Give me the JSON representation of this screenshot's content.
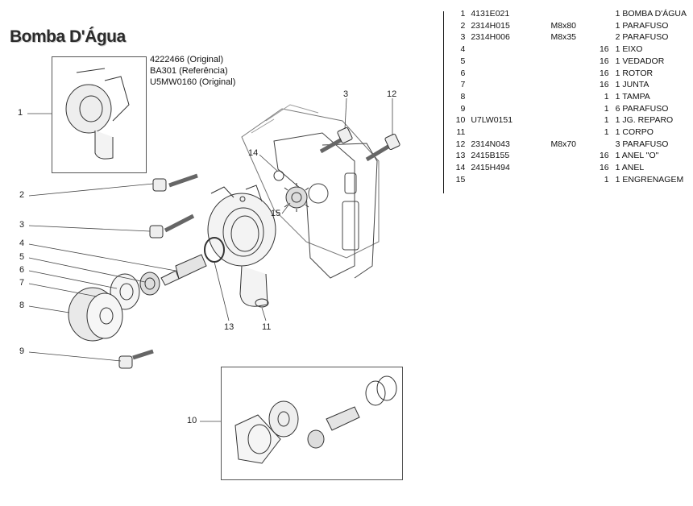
{
  "header": {
    "title": "Bomba D'Água"
  },
  "references": [
    "4222466 (Original)",
    "BA301 (Referência)",
    "U5MW0160 (Original)"
  ],
  "parts_list": {
    "rows": [
      {
        "n": "1",
        "code": "4131E021",
        "spec": "",
        "qty": "",
        "desc": "1 BOMBA D'ÁGUA"
      },
      {
        "n": "2",
        "code": "2314H015",
        "spec": "M8x80",
        "qty": "",
        "desc": "1 PARAFUSO"
      },
      {
        "n": "3",
        "code": "2314H006",
        "spec": "M8x35",
        "qty": "",
        "desc": "2 PARAFUSO"
      },
      {
        "n": "4",
        "code": "",
        "spec": "",
        "qty": "16",
        "desc": "1 EIXO"
      },
      {
        "n": "5",
        "code": "",
        "spec": "",
        "qty": "16",
        "desc": "1 VEDADOR"
      },
      {
        "n": "6",
        "code": "",
        "spec": "",
        "qty": "16",
        "desc": "1 ROTOR"
      },
      {
        "n": "7",
        "code": "",
        "spec": "",
        "qty": "16",
        "desc": "1 JUNTA"
      },
      {
        "n": "8",
        "code": "",
        "spec": "",
        "qty": "1",
        "desc": "1 TAMPA"
      },
      {
        "n": "9",
        "code": "",
        "spec": "",
        "qty": "1",
        "desc": "6 PARAFUSO"
      },
      {
        "n": "10",
        "code": "U7LW0151",
        "spec": "",
        "qty": "1",
        "desc": "1 JG. REPARO"
      },
      {
        "n": "11",
        "code": "",
        "spec": "",
        "qty": "1",
        "desc": "1 CORPO"
      },
      {
        "n": "12",
        "code": "2314N043",
        "spec": "M8x70",
        "qty": "",
        "desc": "3 PARAFUSO"
      },
      {
        "n": "13",
        "code": "2415B155",
        "spec": "",
        "qty": "16",
        "desc": "1 ANEL \"O\""
      },
      {
        "n": "14",
        "code": "2415H494",
        "spec": "",
        "qty": "16",
        "desc": "1 ANEL"
      },
      {
        "n": "15",
        "code": "",
        "spec": "",
        "qty": "1",
        "desc": "1 ENGRENAGEM"
      }
    ]
  },
  "callouts": {
    "c1": "1",
    "c2": "2",
    "c3": "3",
    "c4": "4",
    "c5": "5",
    "c6": "6",
    "c7": "7",
    "c8": "8",
    "c9": "9",
    "c10": "10",
    "c11": "11",
    "c12": "12",
    "c13": "13",
    "c14": "14",
    "c15": "15",
    "c3top": "3"
  }
}
